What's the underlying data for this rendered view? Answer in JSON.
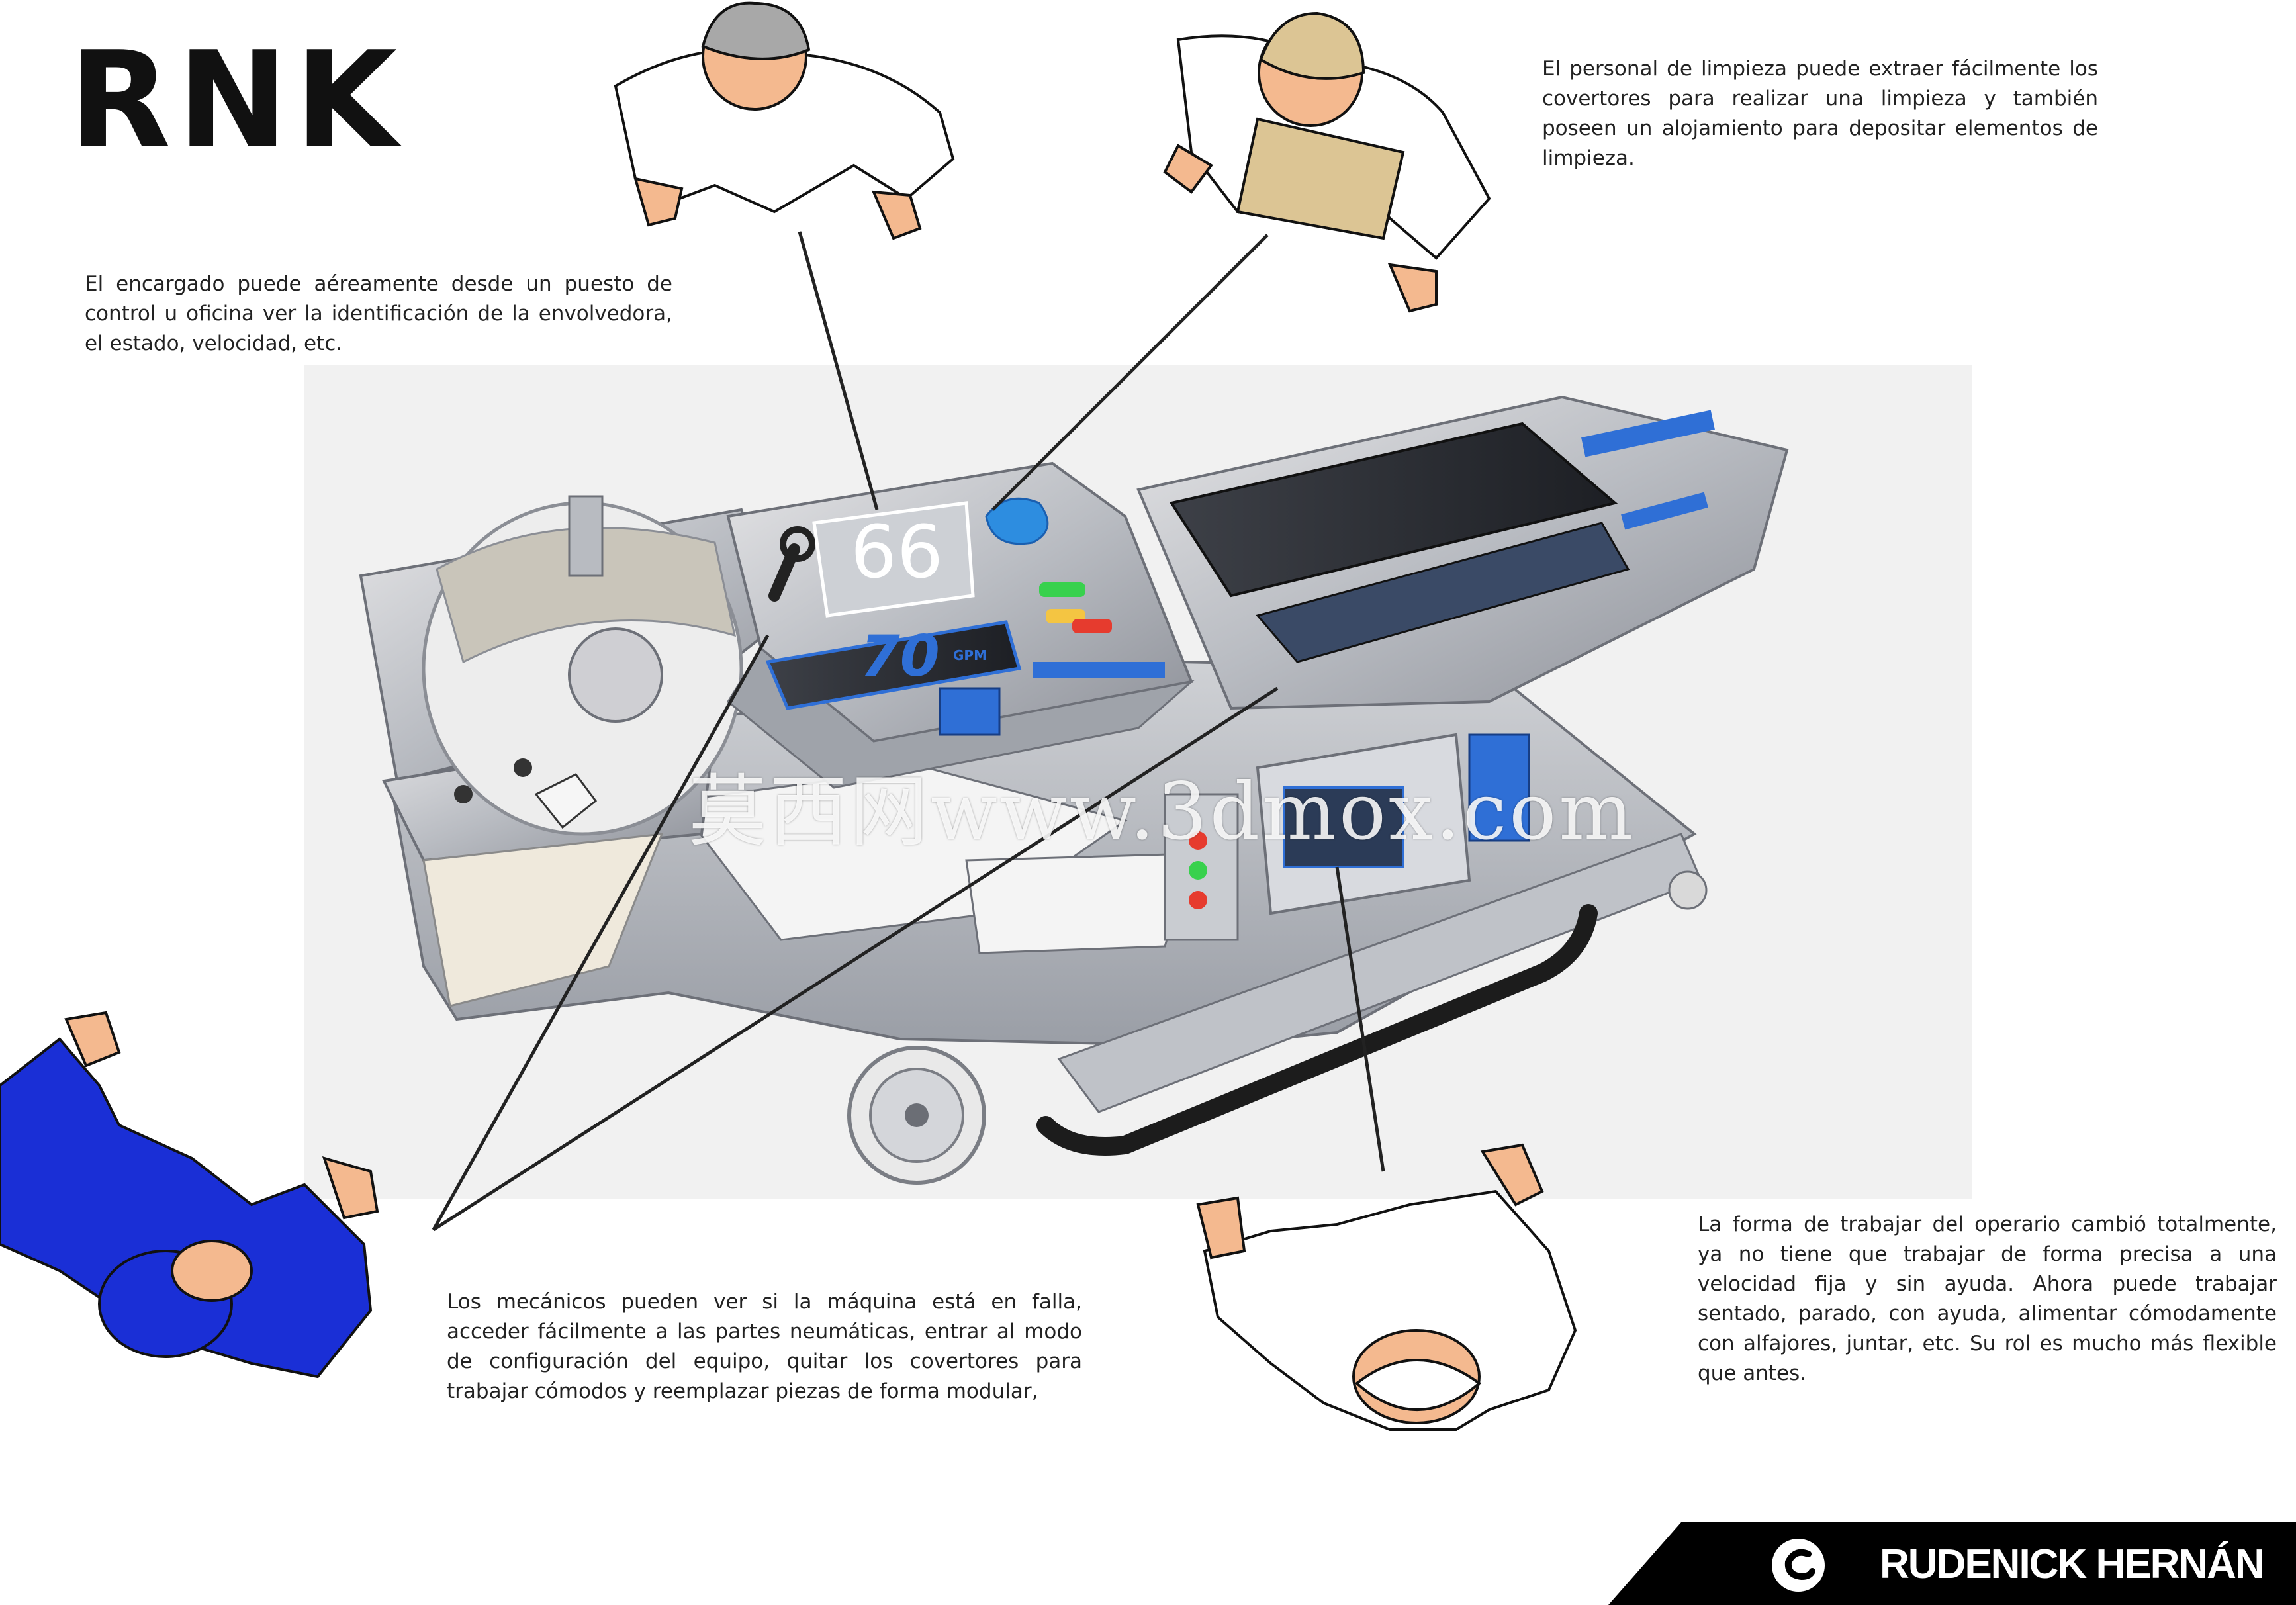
{
  "brand": {
    "logo": "RNK"
  },
  "annotations": {
    "encargado": "El encargado puede aéreamente desde un puesto de control u oficina ver la identificación de la envolvedora, el estado, velocidad, etc.",
    "limpieza": "El personal de limpieza puede extraer fácilmente los covertores para realizar una limpieza y también poseen un alojamiento para depositar elementos de limpieza.",
    "mecanicos": "Los mecánicos pueden ver si la máquina está en falla, acceder fácilmente a las partes neumáticas, entrar al modo de configuración del equipo, quitar los covertores para trabajar cómodos y reemplazar piezas de forma modular,",
    "operario": "La forma de trabajar del operario cambió totalmente, ya no tiene que trabajar de forma precisa a una velocidad fija y sin ayuda. Ahora puede trabajar sentado, parado, con ayuda, alimentar cómodamente con alfajores, juntar, etc. Su rol es mucho más flexible que antes."
  },
  "machine": {
    "id_number": "66",
    "speed_value": "70",
    "speed_unit": "GPM"
  },
  "watermark": "莫西网www.3dmox.com",
  "footer": {
    "author": "RUDENICK HERNÁN"
  },
  "colors": {
    "mechanic_suit": "#1a2fd6",
    "cleaner_cap": "#dcc594",
    "supervisor_cap": "#a8a8a8",
    "skin": "#f4b98f",
    "machine_accent": "#2f6fd6",
    "footer_band": "#000000"
  }
}
